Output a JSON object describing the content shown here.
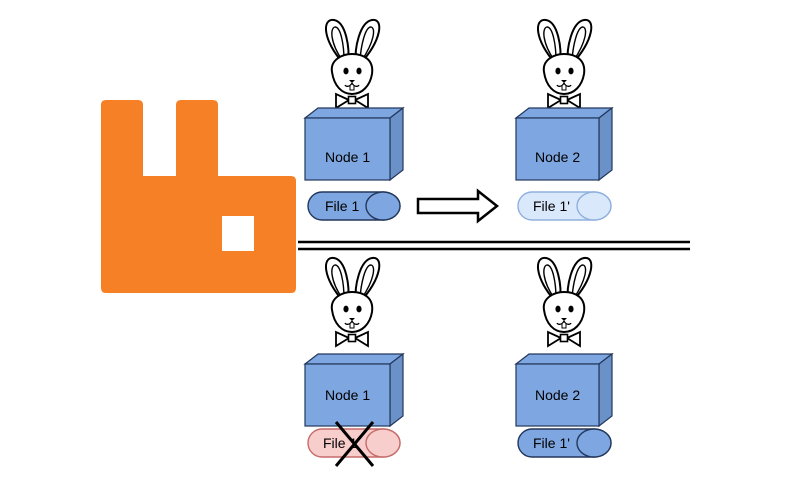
{
  "colors": {
    "logo": "#f58025",
    "node_fill": "#7ea6e0",
    "node_stroke": "#23375c",
    "file_active": "#7ea6e0",
    "file_pending": "#dae8fc",
    "file_deleted": "#f8cecc",
    "file_deleted_stroke": "#c56b6b"
  },
  "icons": {
    "logo": "rabbitmq-logo-icon",
    "mascot": "rabbit-mascot-icon",
    "arrow": "arrow-right-icon",
    "delete": "x-mark-icon",
    "divider": "double-line-divider"
  },
  "top_row": {
    "node_left": {
      "label": "Node 1",
      "file": "File 1",
      "file_state": "active"
    },
    "node_right": {
      "label": "Node 2",
      "file": "File 1'",
      "file_state": "pending"
    }
  },
  "bottom_row": {
    "node_left": {
      "label": "Node 1",
      "file": "File 1",
      "file_state": "deleted"
    },
    "node_right": {
      "label": "Node 2",
      "file": "File 1'",
      "file_state": "active"
    }
  }
}
